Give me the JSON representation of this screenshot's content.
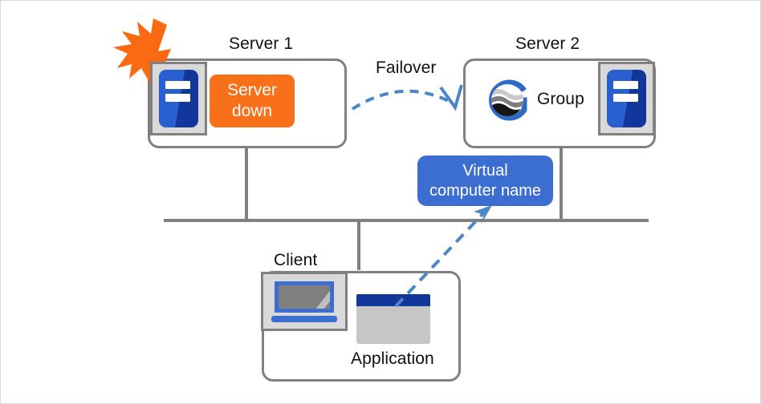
{
  "diagram": {
    "title": "Failover cluster virtual computer name diagram",
    "colors": {
      "box_border": "#808080",
      "server_blue": "#12379b",
      "server_blue_light": "#2a5fd0",
      "icon_bg": "#d9d9d9",
      "down_orange": "#f8701a",
      "vname_blue": "#3b6ed0",
      "arrow_blue": "#4a86c8",
      "text": "#111111",
      "app_pane": "#c6c6c6",
      "canvas_border": "#d9d9d9"
    },
    "nodes": {
      "server1": {
        "label": "Server 1",
        "status_chip": "Server down",
        "status_chip_line1": "Server",
        "status_chip_line2": "down",
        "burst_icon": "explosion-burst-icon",
        "device_icon": "server-icon"
      },
      "server2": {
        "label": "Server 2",
        "group_label": "Group",
        "group_icon": "group-globe-icon",
        "device_icon": "server-icon"
      },
      "client": {
        "label": "Client",
        "laptop_icon": "laptop-icon",
        "app_icon": "application-window-icon",
        "app_label": "Application"
      },
      "virtual_name": {
        "label": "Virtual computer name",
        "line1": "Virtual",
        "line2": "computer  name"
      }
    },
    "connectors": {
      "failover": {
        "label": "Failover",
        "style": "dashed-curved-arrow",
        "from": "server1",
        "to": "server2"
      },
      "app_to_vname": {
        "style": "dashed-straight-arrow",
        "from": "application",
        "to": "virtual_name"
      },
      "network_bus": {
        "style": "solid-line",
        "members": [
          "server1",
          "server2",
          "client"
        ]
      }
    }
  }
}
